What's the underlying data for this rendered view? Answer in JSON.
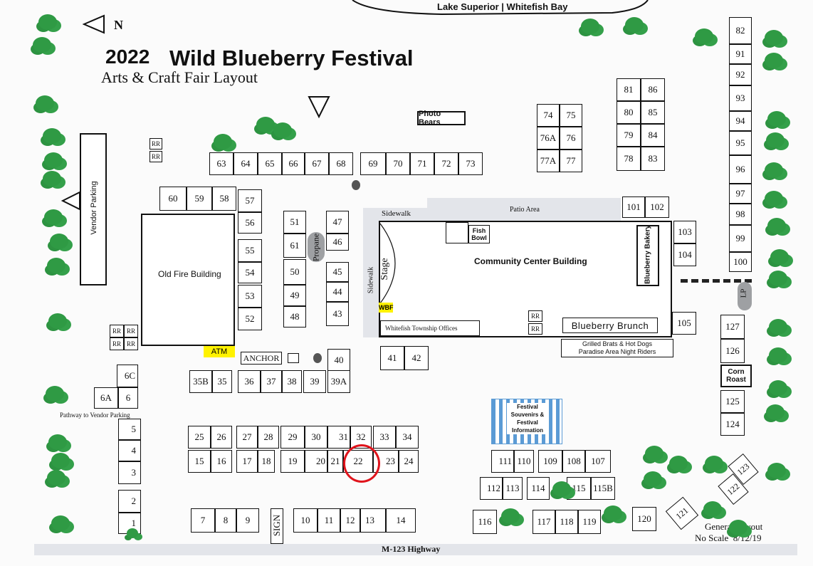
{
  "header": {
    "year": "2022",
    "title": "Wild Blueberry Festival",
    "subtitle": "Arts & Craft Fair Layout",
    "lake": "Lake Superior | Whitefish Bay",
    "north": "N"
  },
  "labels": {
    "photo_bears": "Photo Bears",
    "vendor_parking": "Vendor Parking",
    "old_fire": "Old Fire Building",
    "propane": "Propane",
    "sidewalk_top": "Sidewalk",
    "sidewalk_side": "Sidewalk",
    "patio": "Patio Area",
    "stage": "Stage",
    "community": "Community Center Building",
    "fish_bowl": "Fish Bowl",
    "bakery": "Blueberry Bakery",
    "wbf": "WBF",
    "township": "Whitefish Township Offices",
    "brunch": "Blueberry Brunch",
    "brats_line1": "Grilled Brats & Hot Dogs",
    "brats_line2": "Paradise Area Night Riders",
    "atm": "ATM",
    "anchor": "ANCHOR",
    "pathway": "Pathway to Vendor Parking",
    "corn": "Corn Roast",
    "souvenirs": "Festival Souvenirs & Festival Information",
    "sign": "SIGN",
    "lp": "LP",
    "highway": "M-123 Highway",
    "general_layout": "General Layout",
    "no_scale": "No Scale  8/12/19",
    "rr": "RR"
  },
  "booths": {
    "b63": "63",
    "b64": "64",
    "b65": "65",
    "b66": "66",
    "b67": "67",
    "b68": "68",
    "b69": "69",
    "b70": "70",
    "b71": "71",
    "b72": "72",
    "b73": "73",
    "b74": "74",
    "b75": "75",
    "b76A": "76A",
    "b76": "76",
    "b77A": "77A",
    "b77": "77",
    "b81": "81",
    "b86": "86",
    "b80": "80",
    "b85": "85",
    "b79": "79",
    "b84": "84",
    "b78": "78",
    "b83": "83",
    "b82": "82",
    "b91": "91",
    "b92": "92",
    "b93": "93",
    "b94": "94",
    "b95": "95",
    "b96": "96",
    "b97": "97",
    "b98": "98",
    "b99": "99",
    "b100": "100",
    "b60": "60",
    "b59": "59",
    "b58": "58",
    "b57": "57",
    "b56": "56",
    "b55": "55",
    "b54": "54",
    "b53": "53",
    "b52": "52",
    "b51": "51",
    "b61": "61",
    "b50": "50",
    "b49": "49",
    "b48": "48",
    "b47": "47",
    "b46": "46",
    "b45": "45",
    "b44": "44",
    "b43": "43",
    "b101": "101",
    "b102": "102",
    "b103": "103",
    "b104": "104",
    "b105": "105",
    "b41": "41",
    "b42": "42",
    "b40": "40",
    "b35B": "35B",
    "b35": "35",
    "b36": "36",
    "b37": "37",
    "b38": "38",
    "b39": "39",
    "b39A": "39A",
    "b6C": "6C",
    "b6A": "6A",
    "b6": "6",
    "b5": "5",
    "b4": "4",
    "b3": "3",
    "b2": "2",
    "b1": "1",
    "b25": "25",
    "b26": "26",
    "b27": "27",
    "b28": "28",
    "b29": "29",
    "b30": "30",
    "b31": "31",
    "b32": "32",
    "b33": "33",
    "b34": "34",
    "b15": "15",
    "b16": "16",
    "b17": "17",
    "b18": "18",
    "b19": "19",
    "b20": "20",
    "b21": "21",
    "b22": "22",
    "b23": "23",
    "b24": "24",
    "b7": "7",
    "b8": "8",
    "b9": "9",
    "b10": "10",
    "b11": "11",
    "b12": "12",
    "b13": "13",
    "b14": "14",
    "b127": "127",
    "b126": "126",
    "b125": "125",
    "b124": "124",
    "b111": "111",
    "b110": "110",
    "b109": "109",
    "b108": "108",
    "b107": "107",
    "b112": "112",
    "b113": "113",
    "b114": "114",
    "b115": "115",
    "b115B": "115B",
    "b116": "116",
    "b117": "117",
    "b118": "118",
    "b119": "119",
    "b120": "120",
    "b121": "121",
    "b122": "122",
    "b123": "123"
  },
  "colors": {
    "tree": "#2f9a44",
    "highlight_circle": "#e0141c",
    "atm": "#fff200",
    "souvenir_stripe": "#5b9bd5",
    "road": "#e3e5ea"
  }
}
